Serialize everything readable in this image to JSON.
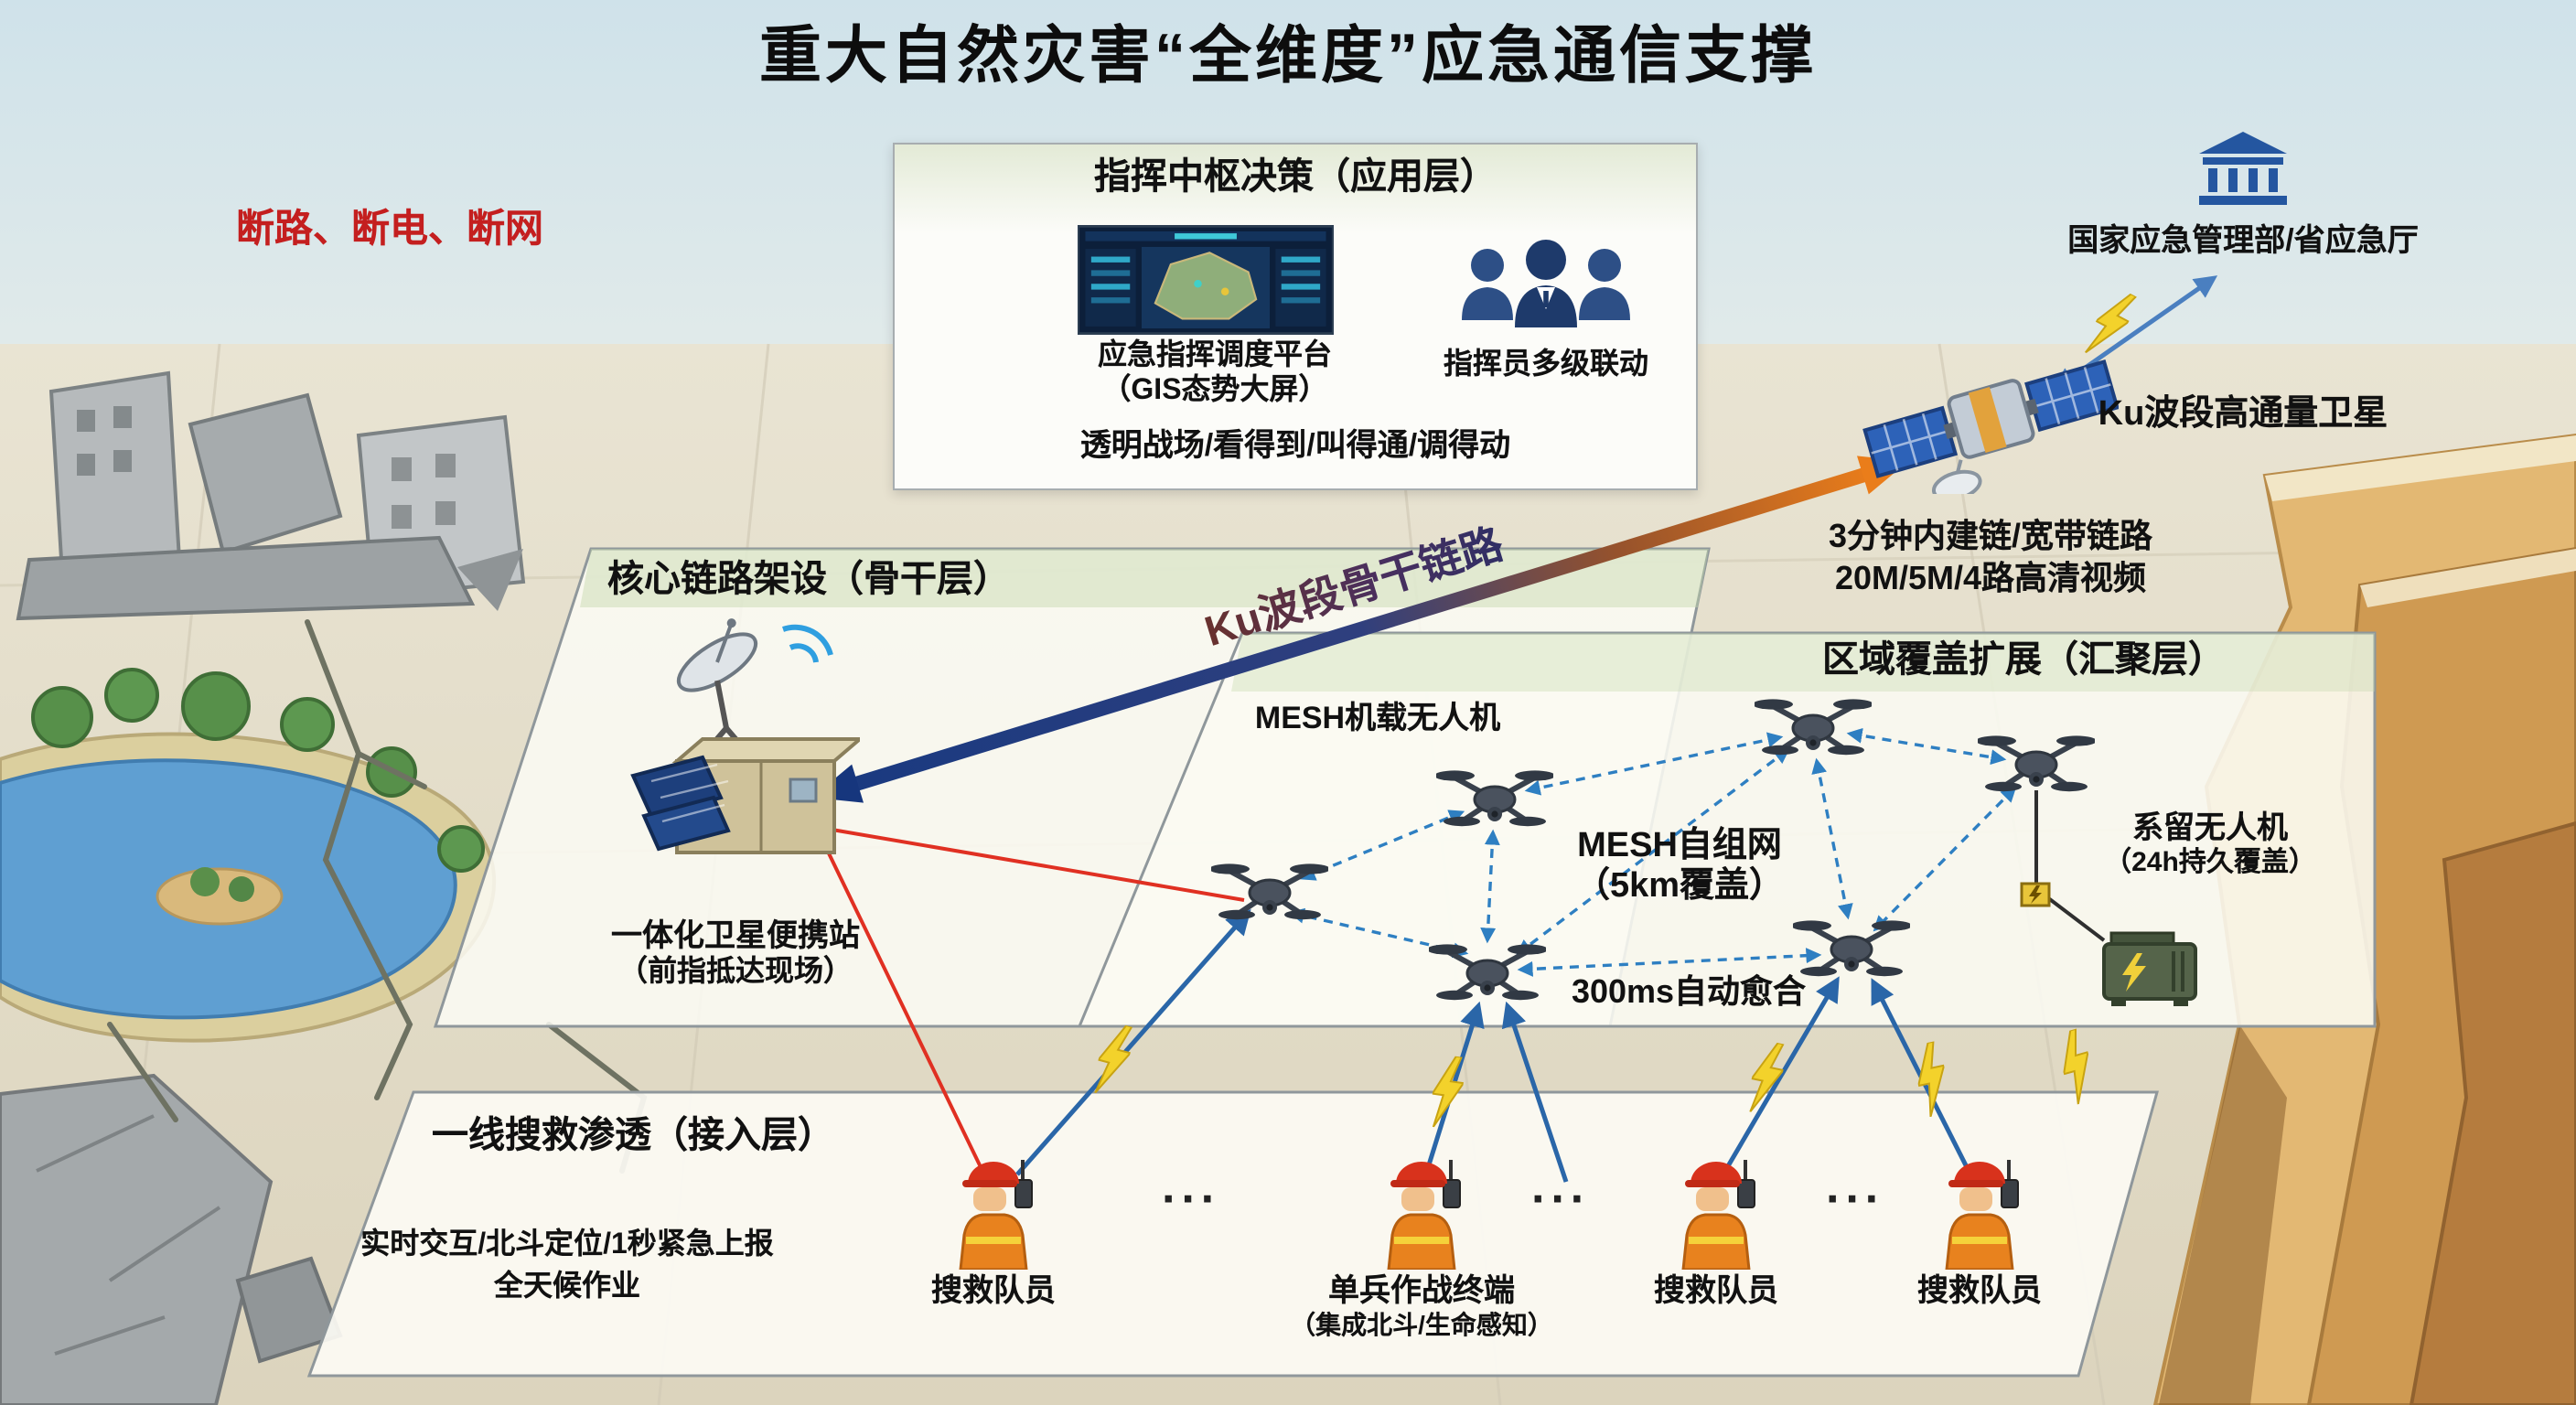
{
  "title": "重大自然灾害“全维度”应急通信支撑",
  "alert": "断路、断电、断网",
  "command": {
    "title": "指挥中枢决策（应用层）",
    "platform_label_1": "应急指挥调度平台",
    "platform_label_2": "（GIS态势大屏）",
    "commanders_label": "指挥员多级联动",
    "slogan": "透明战场/看得到/叫得通/调得动"
  },
  "headquarters": {
    "label": "国家应急管理部/省应急厅"
  },
  "satellite": {
    "name": "Ku波段高通量卫星",
    "link_info_1": "3分钟内建链/宽带链路",
    "link_info_2": "20M/5M/4路高清视频",
    "backbone_link_label": "Ku波段骨干链路"
  },
  "backbone": {
    "title": "核心链路架设（骨干层）",
    "station_label_1": "一体化卫星便携站",
    "station_label_2": "（前指抵达现场）"
  },
  "aggregation": {
    "title": "区域覆盖扩展（汇聚层）",
    "mesh_drone_label": "MESH机载无人机",
    "mesh_net_label_1": "MESH自组网",
    "mesh_net_label_2": "（5km覆盖）",
    "healing_label": "300ms自动愈合",
    "tethered_label_1": "系留无人机",
    "tethered_label_2": "（24h持久覆盖）"
  },
  "access": {
    "title": "一线搜救渗透（接入层）",
    "info_1": "实时交互/北斗定位/1秒紧急上报",
    "info_2": "全天候作业",
    "ellipsis": "···",
    "workers": [
      {
        "label": "搜救队员"
      },
      {
        "label": "单兵作战终端",
        "sublabel": "（集成北斗/生命感知）"
      },
      {
        "label": "搜救队员"
      },
      {
        "label": "搜救队员"
      }
    ]
  },
  "colors": {
    "alert_red": "#c41f1f",
    "backbone_arrow_blue": "#1a3a80",
    "backbone_arrow_orange": "#ea7d1a",
    "mesh_link_blue": "#2e7fc2",
    "lightning_yellow": "#f3d22b",
    "connector_red": "#e03022",
    "panel_border": "#8f979b"
  }
}
